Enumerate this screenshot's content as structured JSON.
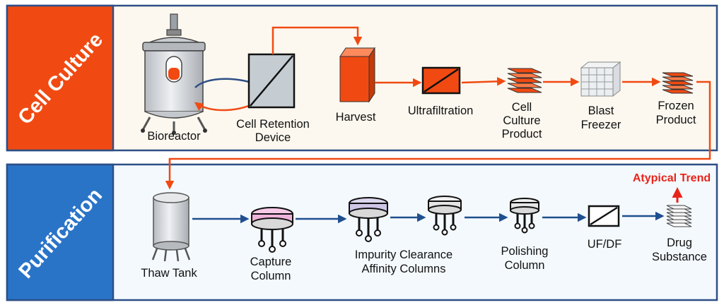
{
  "sections": {
    "cell_culture": {
      "title": "Cell Culture",
      "color": "#f04a12",
      "panel_bg": "#fcf8ef",
      "border": "#2d4f86"
    },
    "purification": {
      "title": "Purification",
      "color": "#2a74c8",
      "panel_bg": "#f4f9fd",
      "border": "#2d4f86"
    }
  },
  "cell_culture_steps": [
    {
      "icon": "bioreactor-icon",
      "lines": [
        "Bioreactor"
      ]
    },
    {
      "icon": "cell-retention-device-icon",
      "lines": [
        "Cell Retention",
        "Device"
      ]
    },
    {
      "icon": "harvest-icon",
      "lines": [
        "Harvest"
      ]
    },
    {
      "icon": "ultrafiltration-icon",
      "lines": [
        "Ultrafiltration"
      ]
    },
    {
      "icon": "cell-culture-product-icon",
      "lines": [
        "Cell",
        "Culture",
        "Product"
      ]
    },
    {
      "icon": "blast-freezer-icon",
      "lines": [
        "Blast",
        "Freezer"
      ]
    },
    {
      "icon": "frozen-product-icon",
      "lines": [
        "Frozen",
        "Product"
      ]
    }
  ],
  "purification_steps": [
    {
      "icon": "thaw-tank-icon",
      "lines": [
        "Thaw Tank"
      ]
    },
    {
      "icon": "capture-column-icon",
      "lines": [
        "Capture",
        "Column"
      ]
    },
    {
      "icon": "impurity-clearance-columns-icon",
      "lines": [
        "Impurity Clearance",
        "Affinity Columns"
      ]
    },
    {
      "icon": "polishing-column-icon",
      "lines": [
        "Polishing",
        "Column"
      ]
    },
    {
      "icon": "uf-df-icon",
      "lines": [
        "UF/DF"
      ]
    },
    {
      "icon": "drug-substance-icon",
      "lines": [
        "Drug",
        "Substance"
      ]
    }
  ],
  "callout": {
    "label": "Atypical Trend",
    "color": "#e8231a"
  },
  "flow_colors": {
    "cell_culture": "#f04a12",
    "purification": "#1f4f8f"
  }
}
